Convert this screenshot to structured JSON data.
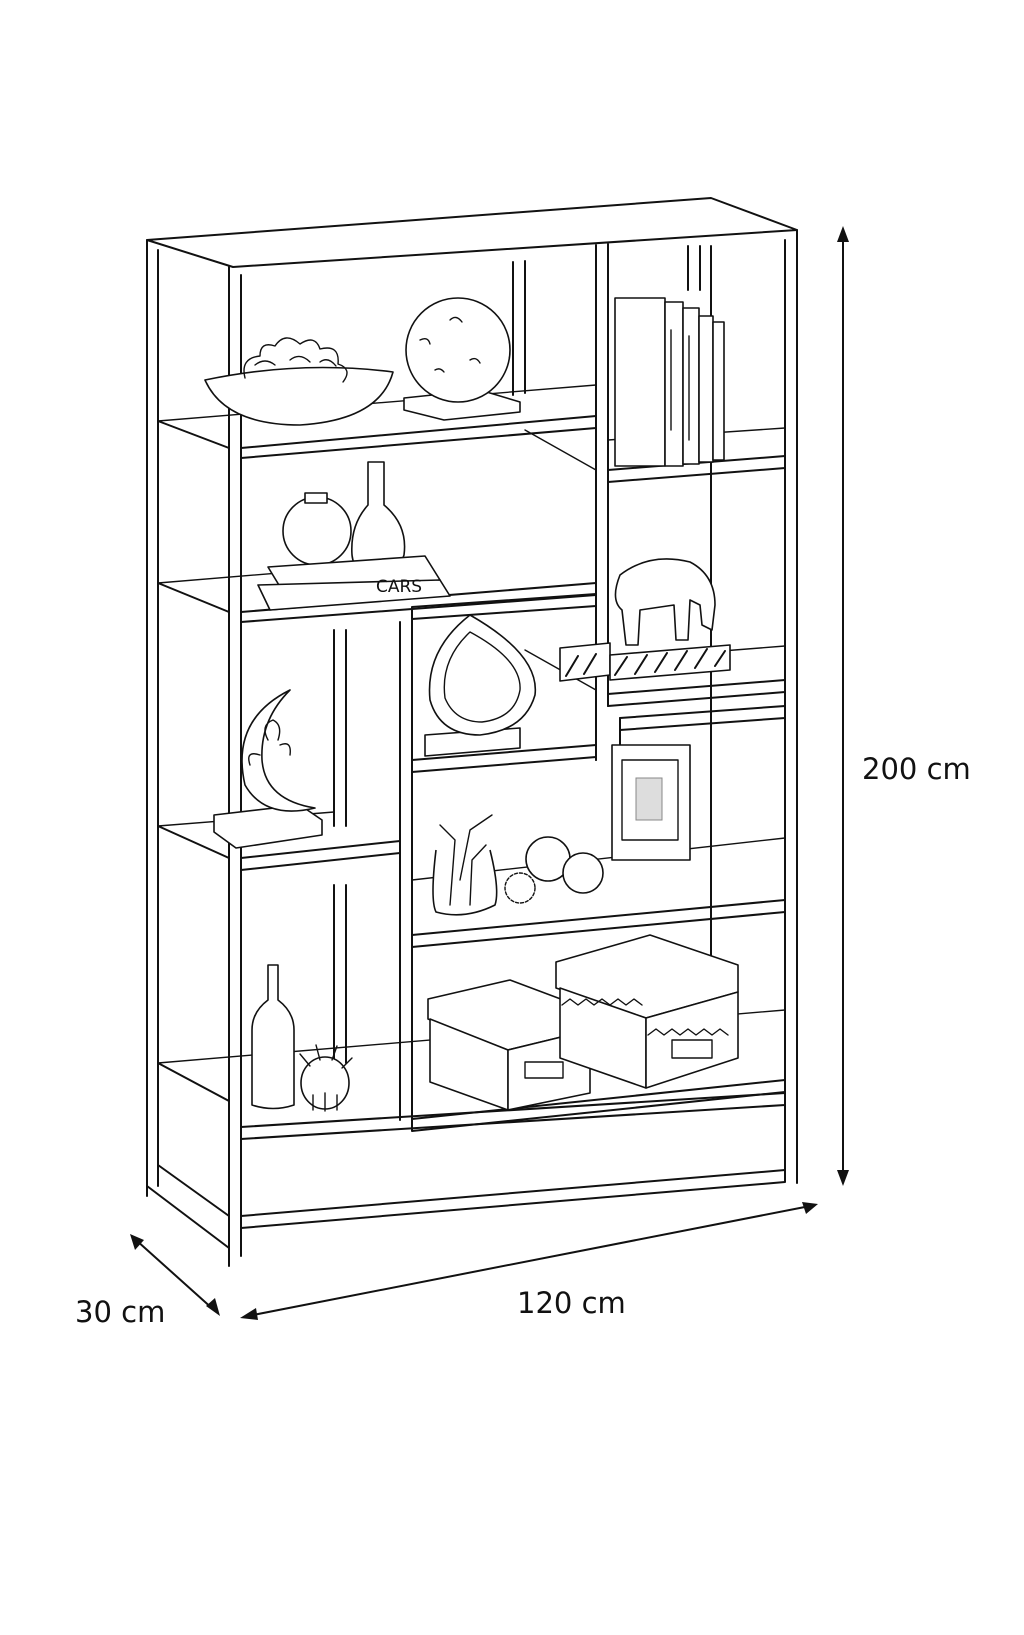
{
  "diagram": {
    "subject": "Metal frame bookshelf with decorative objects",
    "dimensions": {
      "height_label": "200 cm",
      "width_label": "120 cm",
      "depth_label": "30 cm"
    },
    "book_title_label": "CARS",
    "colors": {
      "line": "#111111",
      "background": "#ffffff"
    },
    "objects": [
      "coral-bowl",
      "stone-sphere-on-stand",
      "book-row",
      "round-vase",
      "bottle-vase",
      "book-stack",
      "geode-slice",
      "elephant-figure",
      "striped-box",
      "moon-sculpture",
      "photo-frame",
      "branch-terrarium",
      "decor-balls",
      "bottle",
      "urchin-ornament",
      "storage-box-plain",
      "storage-box-patterned"
    ]
  }
}
